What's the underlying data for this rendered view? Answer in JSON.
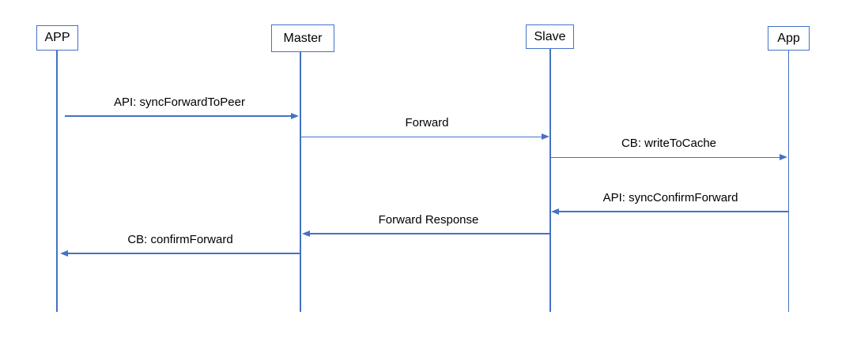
{
  "diagram": {
    "type": "sequence-diagram",
    "colors": {
      "accent": "#4472C4",
      "text": "#000000",
      "background": "#FFFFFF"
    },
    "actors": [
      {
        "label": "APP"
      },
      {
        "label": "Master"
      },
      {
        "label": "Slave"
      },
      {
        "label": "App"
      }
    ],
    "messages": [
      {
        "from": "APP",
        "to": "Master",
        "direction": "right",
        "label": "API: syncForwardToPeer"
      },
      {
        "from": "Master",
        "to": "Slave",
        "direction": "right",
        "label": "Forward"
      },
      {
        "from": "Slave",
        "to": "App",
        "direction": "right",
        "label": "CB: writeToCache"
      },
      {
        "from": "App",
        "to": "Slave",
        "direction": "left",
        "label": "API: syncConfirmForward"
      },
      {
        "from": "Slave",
        "to": "Master",
        "direction": "left",
        "label": "Forward Response"
      },
      {
        "from": "Master",
        "to": "APP",
        "direction": "left",
        "label": "CB: confirmForward"
      }
    ]
  }
}
